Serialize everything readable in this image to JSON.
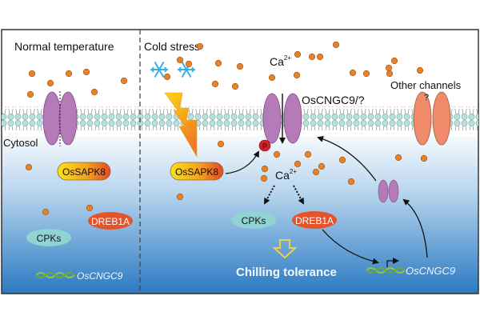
{
  "panels": {
    "left": {
      "title": "Normal temperature",
      "compartment_label": "Cytosol"
    },
    "right": {
      "title": "Cold stress"
    }
  },
  "labels": {
    "ca_ion_top": "Ca",
    "ca_ion_top_sup": "2+",
    "ca_ion_cytosol": "Ca",
    "ca_ion_cytosol_sup": "2+",
    "oscngc9_channel": "OsCNGC9/?",
    "other_channels": "Other channels",
    "other_channels_question": "?",
    "phospho": "P",
    "outcome": "Chilling tolerance"
  },
  "proteins": {
    "left": {
      "ossapk8": "OsSAPK8",
      "dreb1a": "DREB1A",
      "cpks": "CPKs",
      "gene": "OsCNGC9"
    },
    "right": {
      "ossapk8": "OsSAPK8",
      "dreb1a": "DREB1A",
      "cpks": "CPKs",
      "gene": "OsCNGC9"
    }
  },
  "colors": {
    "calcium": "#e8822a",
    "channel_purple": "#b57bb8",
    "channel_orange": "#ef8a6a",
    "lipid_head": "#b9e0dc",
    "cpks": "#8fd3d3",
    "dreb1a": "#e4532a",
    "ossapk8_start": "#f9d71c",
    "ossapk8_end": "#e8512a",
    "phospho": "#d3212b",
    "snowflake": "#3aaee8",
    "outcome_arrow": "#e8d44a",
    "dna": "#8dc63f",
    "bg_top": "#f4f9fd",
    "bg_bottom": "#2f7ec4"
  }
}
